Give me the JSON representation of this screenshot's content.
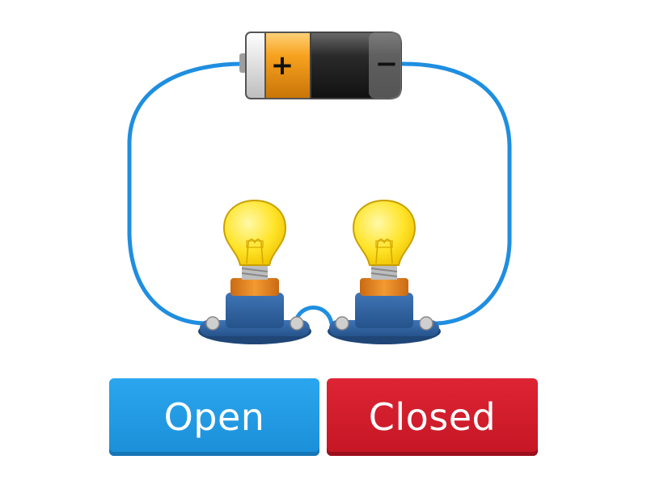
{
  "diagram": {
    "battery": {
      "positive_symbol": "+",
      "negative_symbol": "−"
    },
    "bulb_count": 2,
    "wire_color": "#1f8ee0",
    "bulb_color": "#ffe632",
    "battery_cap_color": "#f29a1c",
    "base_color": "#2f5f9c"
  },
  "answers": {
    "open_label": "Open",
    "closed_label": "Closed",
    "open_color": "#2399e6",
    "closed_color": "#d11b2b"
  }
}
